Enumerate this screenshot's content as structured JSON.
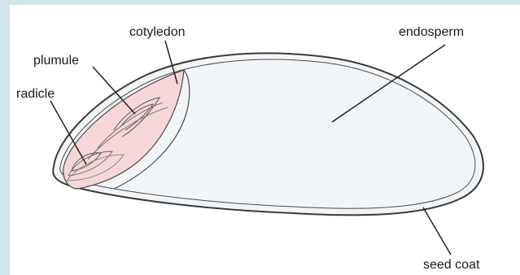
{
  "diagram": {
    "labels": {
      "cotyledon": "cotyledon",
      "endosperm": "endosperm",
      "plumule": "plumule",
      "radicle": "radicle",
      "seed_coat": "seed coat"
    }
  },
  "colors": {
    "background": "#d2e4ec",
    "panel": "#ffffff",
    "seed_fill": "#f2f5f8",
    "embryo_fill": "#f6d6d8",
    "outline": "#3a3a3a"
  }
}
